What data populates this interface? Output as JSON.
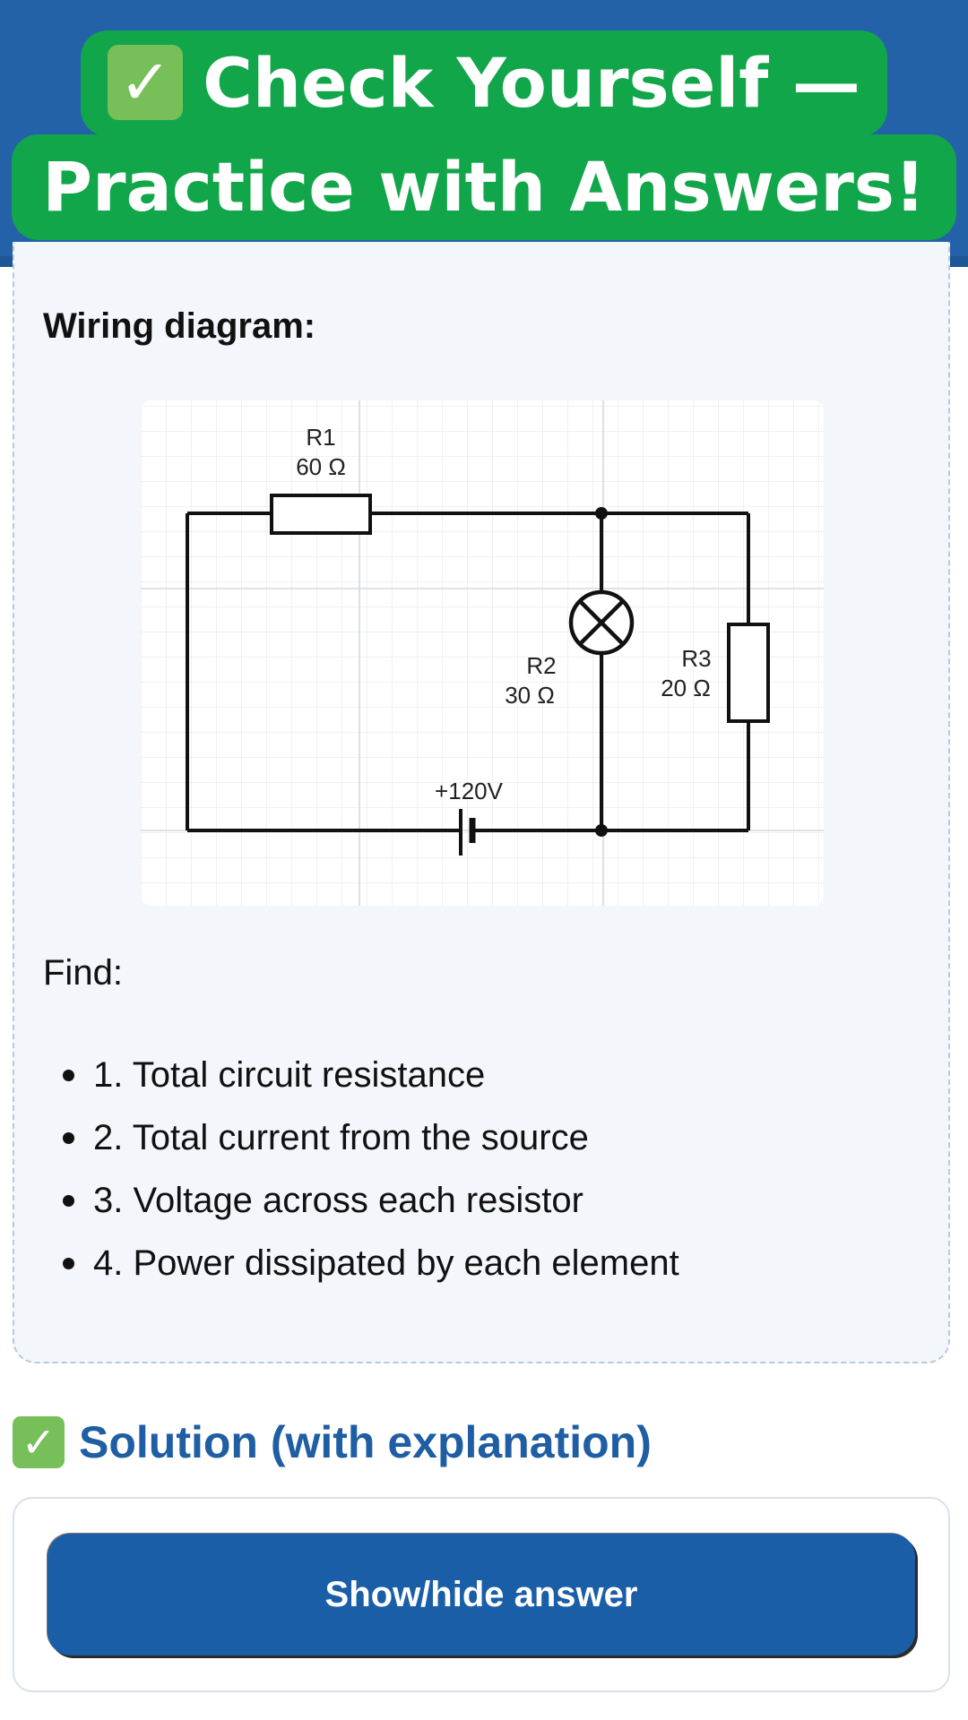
{
  "header": {
    "title_line1": "Check Yourself —",
    "title_line2": "Practice with Answers!",
    "check_glyph": "✓"
  },
  "problem": {
    "wiring_label": "Wiring diagram:",
    "diagram": {
      "r1_name": "R1",
      "r1_value": "60 Ω",
      "r2_name": "R2",
      "r2_value": "30 Ω",
      "r3_name": "R3",
      "r3_value": "20 Ω",
      "source_label": "+120V"
    },
    "find_label": "Find:",
    "find_items": [
      "1. Total circuit resistance",
      "2. Total current from the source",
      "3. Voltage across each resistor",
      "4. Power dissipated by each element"
    ]
  },
  "solution": {
    "heading": "Solution (with explanation)",
    "check_glyph": "✓",
    "button_label": "Show/hide answer"
  },
  "colors": {
    "header_bg": "#2362a8",
    "title_bg": "#12a64a",
    "check_bg": "#77bf59",
    "heading_blue": "#1f5ea3",
    "button_bg": "#1a5ea7",
    "card_bg": "#f3f6fb"
  }
}
